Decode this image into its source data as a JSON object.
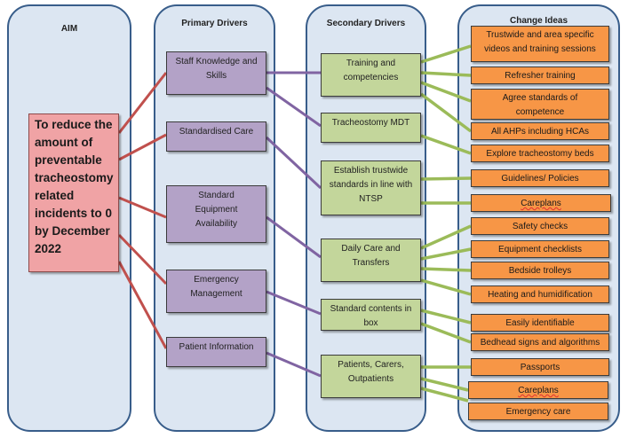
{
  "columns": {
    "aim": {
      "title": "AIM"
    },
    "primary": {
      "title": "Primary Drivers"
    },
    "secondary": {
      "title": "Secondary Drivers"
    },
    "change": {
      "title": "Change Ideas"
    }
  },
  "aim": {
    "text": "To reduce the amount of preventable tracheostomy related incidents to 0 by December 2022"
  },
  "primary_drivers": [
    {
      "label": "Staff Knowledge and Skills"
    },
    {
      "label": "Standardised Care"
    },
    {
      "label": "Standard Equipment Availability"
    },
    {
      "label": "Emergency Management"
    },
    {
      "label": "Patient Information"
    }
  ],
  "secondary_drivers": [
    {
      "label": "Training and competencies"
    },
    {
      "label": "Tracheostomy MDT"
    },
    {
      "label": "Establish trustwide standards in line with NTSP"
    },
    {
      "label": "Daily Care and Transfers"
    },
    {
      "label": "Standard contents in box"
    },
    {
      "label": "Patients, Carers, Outpatients"
    }
  ],
  "change_ideas": [
    {
      "label": "Trustwide and area specific videos and training sessions"
    },
    {
      "label": "Refresher training"
    },
    {
      "label": "Agree standards of competence"
    },
    {
      "label": "All AHPs including HCAs"
    },
    {
      "label": "Explore tracheostomy beds"
    },
    {
      "label": "Guidelines/ Policies"
    },
    {
      "label": "Careplans"
    },
    {
      "label": "Safety checks"
    },
    {
      "label": "Equipment checklists"
    },
    {
      "label": "Bedside trolleys"
    },
    {
      "label": "Heating and humidification"
    },
    {
      "label": "Easily identifiable"
    },
    {
      "label": "Bedhead signs and algorithms"
    },
    {
      "label": "Passports"
    },
    {
      "label": "Careplans"
    },
    {
      "label": "Emergency care"
    }
  ],
  "colors": {
    "aim_line": "#c0504d",
    "primary_line": "#8064a2",
    "secondary_line": "#9bbb59",
    "column_bg": "#dce6f2",
    "column_border": "#385d8a",
    "aim_box": "#f0a3a5",
    "primary_box": "#b3a2c7",
    "secondary_box": "#c3d69b",
    "change_box": "#f79646"
  }
}
